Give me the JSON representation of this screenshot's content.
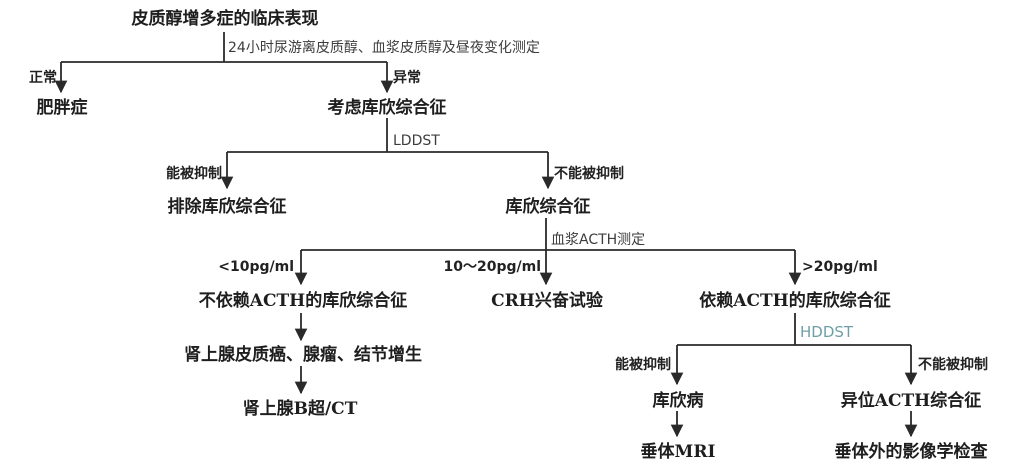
{
  "nodes": {
    "root": "皮质醇增多症的临床表现",
    "obesity": "肥胖症",
    "suspect": "考虑库欣综合征",
    "exclude": "排除库欣综合征",
    "cushing": "库欣综合征",
    "acth_indep": "不依赖ACTH的库欣综合征",
    "crh": "CRH兴奋试验",
    "acth_dep": "依赖ACTH的库欣综合征",
    "adrenal": "肾上腺皮质癌、腺瘤、结节增生",
    "adrenal_ct": "肾上腺B超/CT",
    "cushing_disease": "库欣病",
    "ectopic": "异位ACTH综合征",
    "pit_mri": "垂体MRI",
    "extra_imaging": "垂体外的影像学检查"
  },
  "tests": {
    "t1": "24小时尿游离皮质醇、血浆皮质醇及昼夜变化测定",
    "t2": "LDDST",
    "t3": "血浆ACTH测定",
    "t4": "HDDST"
  },
  "labels": {
    "normal": "正常",
    "abnormal": "异常",
    "suppressed1": "能被抑制",
    "not_suppressed1": "不能被抑制",
    "lt10": "<10pg/ml",
    "range": "10～20pg/ml",
    "gt20": ">20pg/ml",
    "suppressed2": "能被抑制",
    "not_suppressed2": "不能被抑制"
  },
  "colors": {
    "line": "#2a2a2a",
    "text": "#1e1e1e",
    "accent_test": "#6f9fa6"
  }
}
